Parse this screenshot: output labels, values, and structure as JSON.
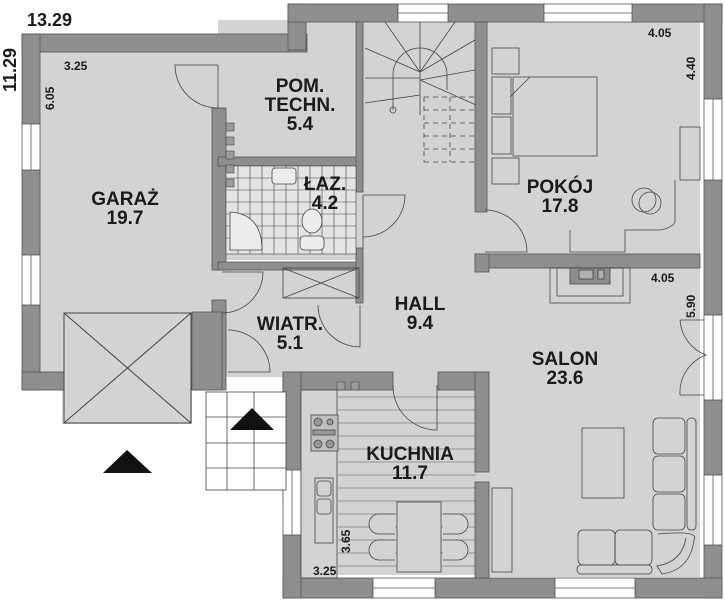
{
  "plan": {
    "overall_dimensions": {
      "width": "13.29",
      "depth": "11.29"
    },
    "colors": {
      "wall": "#8e8e8e",
      "floor": "#d3d3d5",
      "lines": "#333333",
      "text": "#1a1a1a",
      "background": "#ffffff"
    },
    "rooms": [
      {
        "id": "garage",
        "name": "GARAŻ",
        "area": "19.7",
        "dims": [
          "3.25",
          "6.05"
        ]
      },
      {
        "id": "technical",
        "name_line1": "POM.",
        "name_line2": "TECHN.",
        "area": "5.4"
      },
      {
        "id": "bathroom",
        "name": "ŁAZ.",
        "area": "4.2"
      },
      {
        "id": "vestibule",
        "name": "WIATR.",
        "area": "5.1"
      },
      {
        "id": "hall",
        "name": "HALL",
        "area": "9.4"
      },
      {
        "id": "bedroom",
        "name": "POKÓJ",
        "area": "17.8",
        "dims": [
          "4.05",
          "4.40"
        ]
      },
      {
        "id": "living",
        "name": "SALON",
        "area": "23.6",
        "dims": [
          "4.05",
          "5.90"
        ]
      },
      {
        "id": "kitchen",
        "name": "KUCHNIA",
        "area": "11.7",
        "dims": [
          "3.25",
          "3.65"
        ]
      }
    ],
    "entrances": [
      "garage-entrance-arrow",
      "main-entrance-arrow"
    ]
  }
}
